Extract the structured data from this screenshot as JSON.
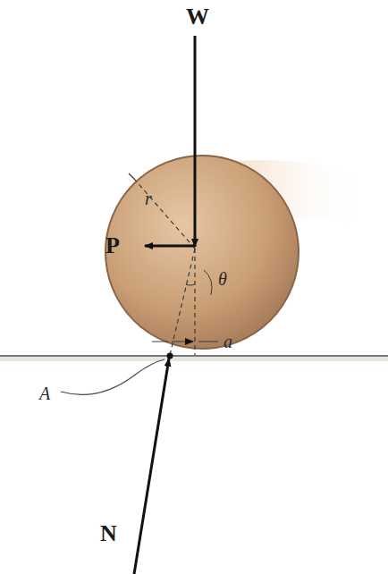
{
  "diagram": {
    "labels": [
      "W",
      "P",
      "r",
      "θ",
      "a",
      "A",
      "N"
    ]
  }
}
